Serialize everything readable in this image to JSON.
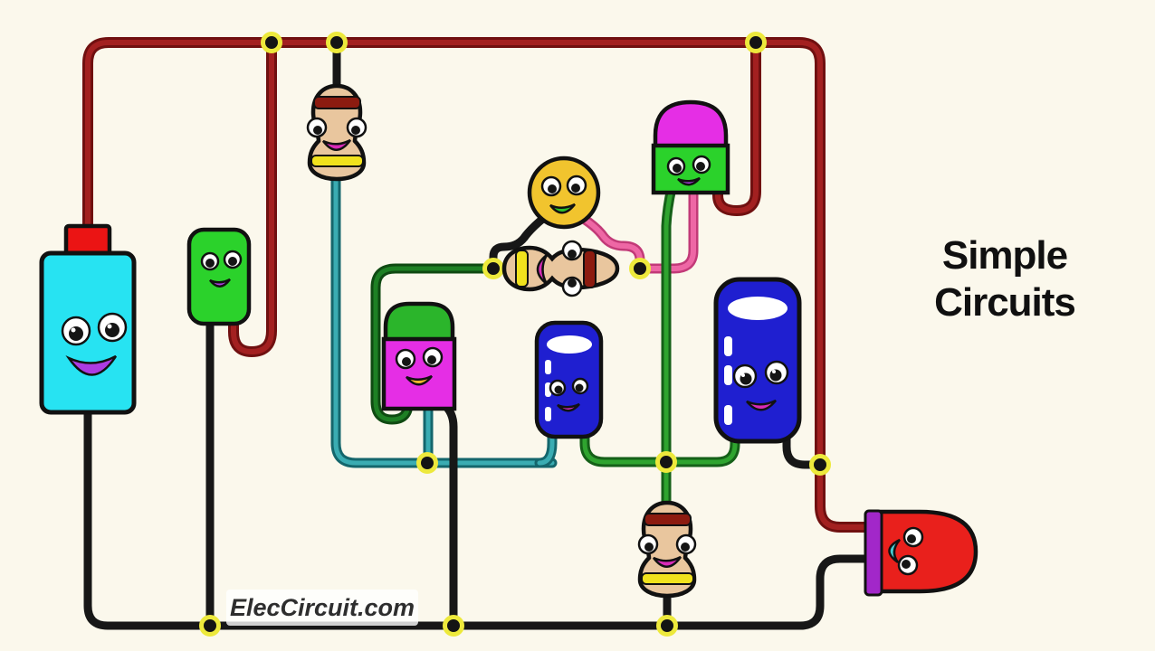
{
  "title": {
    "line1": "Simple",
    "line2": "Circuits"
  },
  "watermark": "ElecCircuit.com",
  "components": [
    "battery",
    "green-component",
    "resistor-top",
    "resistor-middle",
    "resistor-bottom",
    "yellow-bead",
    "green-dome-component",
    "magenta-dome-component",
    "capacitor-small",
    "capacitor-large",
    "red-led"
  ],
  "palette": {
    "background": "#FBF8EC",
    "outline": "#111111",
    "wire_red": "#A32020",
    "wire_red_dark": "#701010",
    "wire_black": "#171717",
    "wire_teal": "#3AACB2",
    "wire_teal_dark": "#14666C",
    "wire_darkgreen": "#1E8024",
    "wire_darkgreen_dark": "#0F4A12",
    "wire_green": "#2FA42F",
    "wire_green_dark": "#156018",
    "wire_pink": "#EE67A5",
    "wire_pink_dark": "#C23A78",
    "junction_fill": "#141414",
    "junction_ring": "#EDE93C",
    "battery_body": "#27E3F2",
    "battery_cap": "#EB1414",
    "component_green": "#2BD22B",
    "resistor_body": "#E9C69E",
    "band_red": "#8C1B10",
    "band_yellow": "#F1E21D",
    "magenta_body": "#E52EE5",
    "dome_green": "#2BB52B",
    "cap_blue": "#1F1FD0",
    "led_red": "#E9201C",
    "led_flange": "#A227C9",
    "face_yellow": "#F1C42E",
    "mouth_purple": "#AC3BE2",
    "mouth_magenta": "#D92BB8",
    "mouth_green": "#2BC12B",
    "mouth_orange": "#F2B52B",
    "mouth_teal": "#45CDD2"
  }
}
